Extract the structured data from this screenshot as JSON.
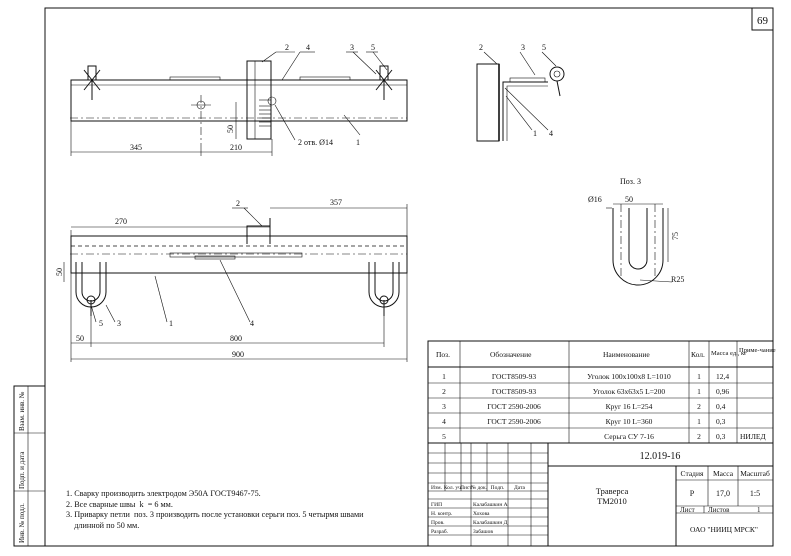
{
  "sheet_number": "69",
  "views": {
    "front": {
      "callouts": [
        "2",
        "4",
        "3",
        "5",
        "1"
      ],
      "dims": [
        "345",
        "210",
        "50"
      ],
      "hole_note": "2 отв. Ø14"
    },
    "side": {
      "callouts": [
        "2",
        "3",
        "5",
        "1",
        "4"
      ]
    },
    "pos3": {
      "title": "Поз. 3",
      "dims": [
        "Ø16",
        "50",
        "75",
        "R25"
      ]
    },
    "plan": {
      "callouts": [
        "2",
        "5",
        "3",
        "1",
        "4"
      ],
      "dims": [
        "270",
        "357",
        "50",
        "50",
        "800",
        "900"
      ]
    }
  },
  "spec_table": {
    "headers": [
      "Поз.",
      "Обозначение",
      "Наименование",
      "Кол.",
      "Масса ед., кг",
      "Приме-чание"
    ],
    "rows": [
      {
        "pos": "1",
        "designation": "ГОСТ8509-93",
        "name": "Уголок 100х100х8 L=1010",
        "qty": "1",
        "mass": "12,4",
        "note": ""
      },
      {
        "pos": "2",
        "designation": "ГОСТ8509-93",
        "name": "Уголок 63х63х5 L=200",
        "qty": "1",
        "mass": "0,96",
        "note": ""
      },
      {
        "pos": "3",
        "designation": "ГОСТ 2590-2006",
        "name": "Круг 16 L=254",
        "qty": "2",
        "mass": "0,4",
        "note": ""
      },
      {
        "pos": "4",
        "designation": "ГОСТ 2590-2006",
        "name": "Круг 10 L=360",
        "qty": "1",
        "mass": "0,3",
        "note": ""
      },
      {
        "pos": "5",
        "designation": "",
        "name": "Серьга СУ 7-16",
        "qty": "2",
        "mass": "0,3",
        "note": "НИЛЕД"
      }
    ]
  },
  "title_block": {
    "doc_code": "12.019-16",
    "title_line1": "Траверса",
    "title_line2": "ТМ2010",
    "stage_label": "Стадия",
    "mass_label": "Масса",
    "scale_label": "Масштаб",
    "stage": "Р",
    "mass": "17,0",
    "scale": "1:5",
    "sheet_label": "Лист",
    "sheets_label": "Листов",
    "sheets": "1",
    "org": "ОАО \"НИИЦ МРСК\"",
    "rev_headers": [
      "Изм.",
      "Кол. уч.",
      "Лист",
      "№ док.",
      "Подп.",
      "Дата"
    ],
    "roles": [
      {
        "role": "ГИП",
        "name": "Калабашкин А"
      },
      {
        "role": "Н. контр.",
        "name": "Хохова"
      },
      {
        "role": "Пров.",
        "name": "Калабашкин Д"
      },
      {
        "role": "Разраб.",
        "name": "Забашов"
      }
    ]
  },
  "side_stamp": [
    "Взам. инв. №",
    "Подп. и дата",
    "Инв. № подл."
  ],
  "notes": [
    "1. Сварку производить электродом Э50А ГОСТ9467-75.",
    "2. Все сварные швы  k  = 6 мм.",
    "3. Приварку петли  поз. 3 производить после установки серьги поз. 5 четырмя швами",
    "    длинной по 50 мм."
  ]
}
